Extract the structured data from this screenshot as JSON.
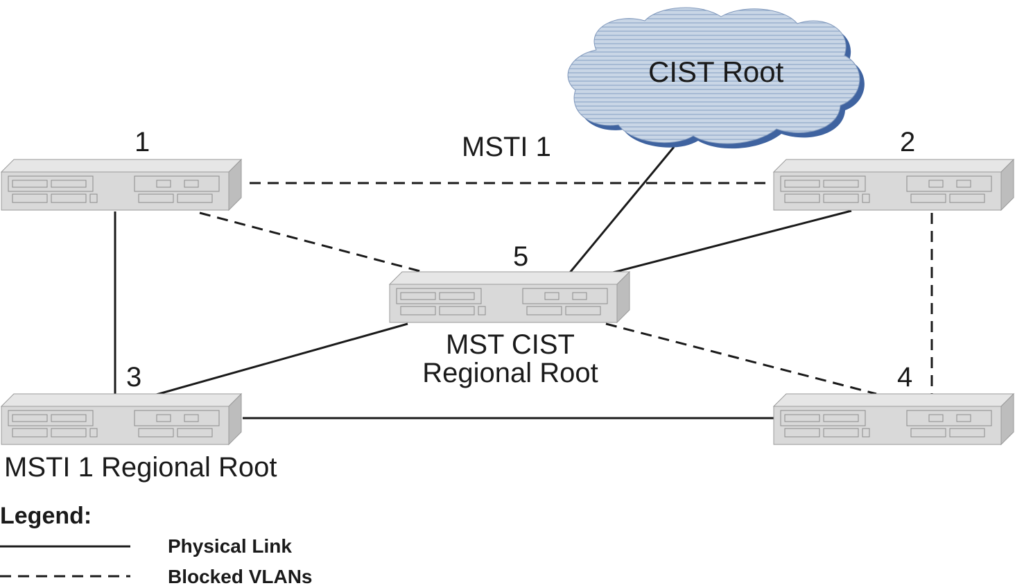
{
  "cloud": {
    "label": "CIST Root"
  },
  "switches": [
    {
      "id": "1",
      "label": "1"
    },
    {
      "id": "2",
      "label": "2"
    },
    {
      "id": "3",
      "label": "3"
    },
    {
      "id": "4",
      "label": "4"
    },
    {
      "id": "5",
      "label": "5"
    }
  ],
  "annotations": {
    "msti1": "MSTI 1",
    "cist_regional_root_line1": "MST CIST",
    "cist_regional_root_line2": "Regional Root",
    "msti1_regional_root": "MSTI 1 Regional Root"
  },
  "links": [
    {
      "from": "cloud",
      "to": "5",
      "style": "solid"
    },
    {
      "from": "1",
      "to": "2",
      "style": "dashed"
    },
    {
      "from": "1",
      "to": "5",
      "style": "dashed"
    },
    {
      "from": "1",
      "to": "3",
      "style": "solid"
    },
    {
      "from": "2",
      "to": "5",
      "style": "solid"
    },
    {
      "from": "2",
      "to": "4",
      "style": "dashed"
    },
    {
      "from": "5",
      "to": "3",
      "style": "solid"
    },
    {
      "from": "5",
      "to": "4",
      "style": "dashed"
    },
    {
      "from": "3",
      "to": "4",
      "style": "solid"
    }
  ],
  "legend": {
    "title": "Legend:",
    "items": [
      {
        "style": "solid",
        "label": "Physical Link"
      },
      {
        "style": "dashed",
        "label": "Blocked VLANs"
      }
    ]
  },
  "colors": {
    "line": "#1a1a1a",
    "cloud_fill": "#b8c9dd",
    "cloud_shadow": "#3f63a0",
    "switch_face": "#d9d9d9",
    "switch_top": "#e8e8e8",
    "switch_side": "#bdbdbd"
  }
}
